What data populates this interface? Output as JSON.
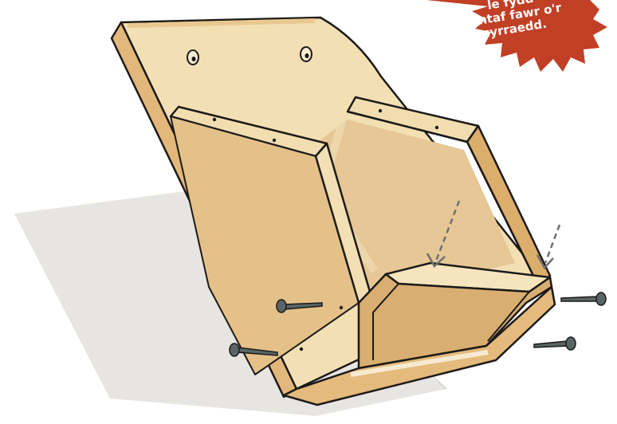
{
  "illustration": {
    "subject": "wooden nest box assembly with nails",
    "colors": {
      "wood_light": "#f3dfb4",
      "wood_mid": "#e9c890",
      "wood_dark": "#d8a867",
      "wood_inner": "#d9b37a",
      "outline": "#1c1a18",
      "shadow": "#e7e5e1",
      "nail": "#4a5656"
    }
  },
  "badge": {
    "lines": [
      "le fydd",
      "cyntaf fawr o'r",
      "cyrraedd."
    ],
    "color": "#c13f25",
    "text_color": "#ffffff"
  }
}
